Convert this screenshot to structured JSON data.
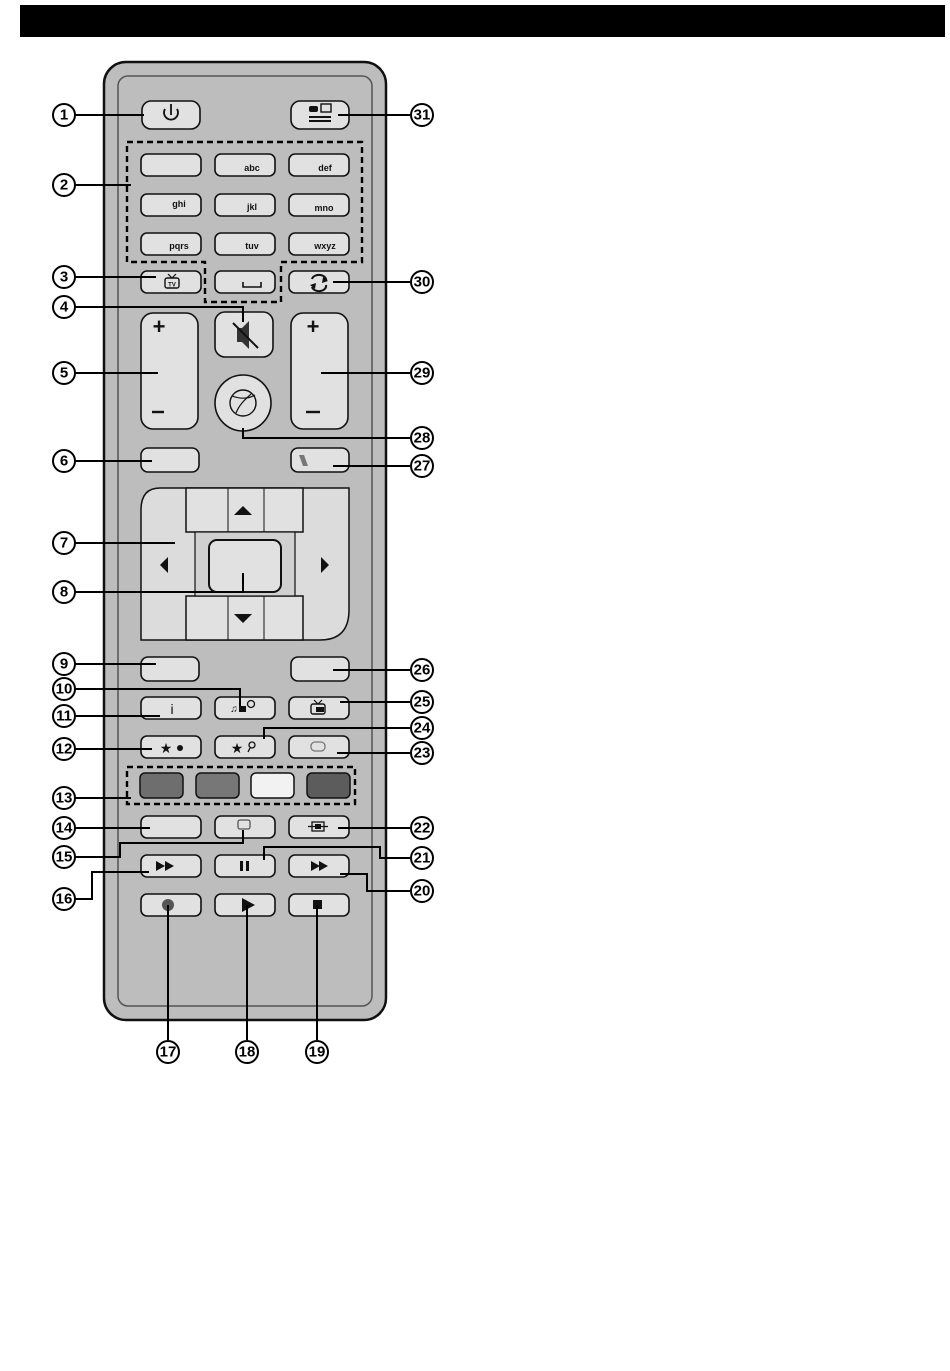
{
  "keypad": {
    "row1": [
      "",
      "abc",
      "def"
    ],
    "row2": [
      "ghi",
      "jkl",
      "mno"
    ],
    "row3": [
      "pqrs",
      "tuv",
      "wxyz"
    ]
  },
  "labels": {
    "tv": "TV",
    "info": "i"
  },
  "callouts": [
    "1",
    "2",
    "3",
    "4",
    "5",
    "6",
    "7",
    "8",
    "9",
    "10",
    "11",
    "12",
    "13",
    "14",
    "15",
    "16",
    "17",
    "18",
    "19",
    "20",
    "21",
    "22",
    "23",
    "24",
    "25",
    "26",
    "27",
    "28",
    "29",
    "30",
    "31"
  ],
  "colors": {
    "header": "#000000",
    "remote_body": "#bdbdbd",
    "button": "#e1e1e1",
    "color_keys": [
      "#6e6e6e",
      "#777777",
      "#f2f2f2",
      "#5c5c5c"
    ]
  }
}
